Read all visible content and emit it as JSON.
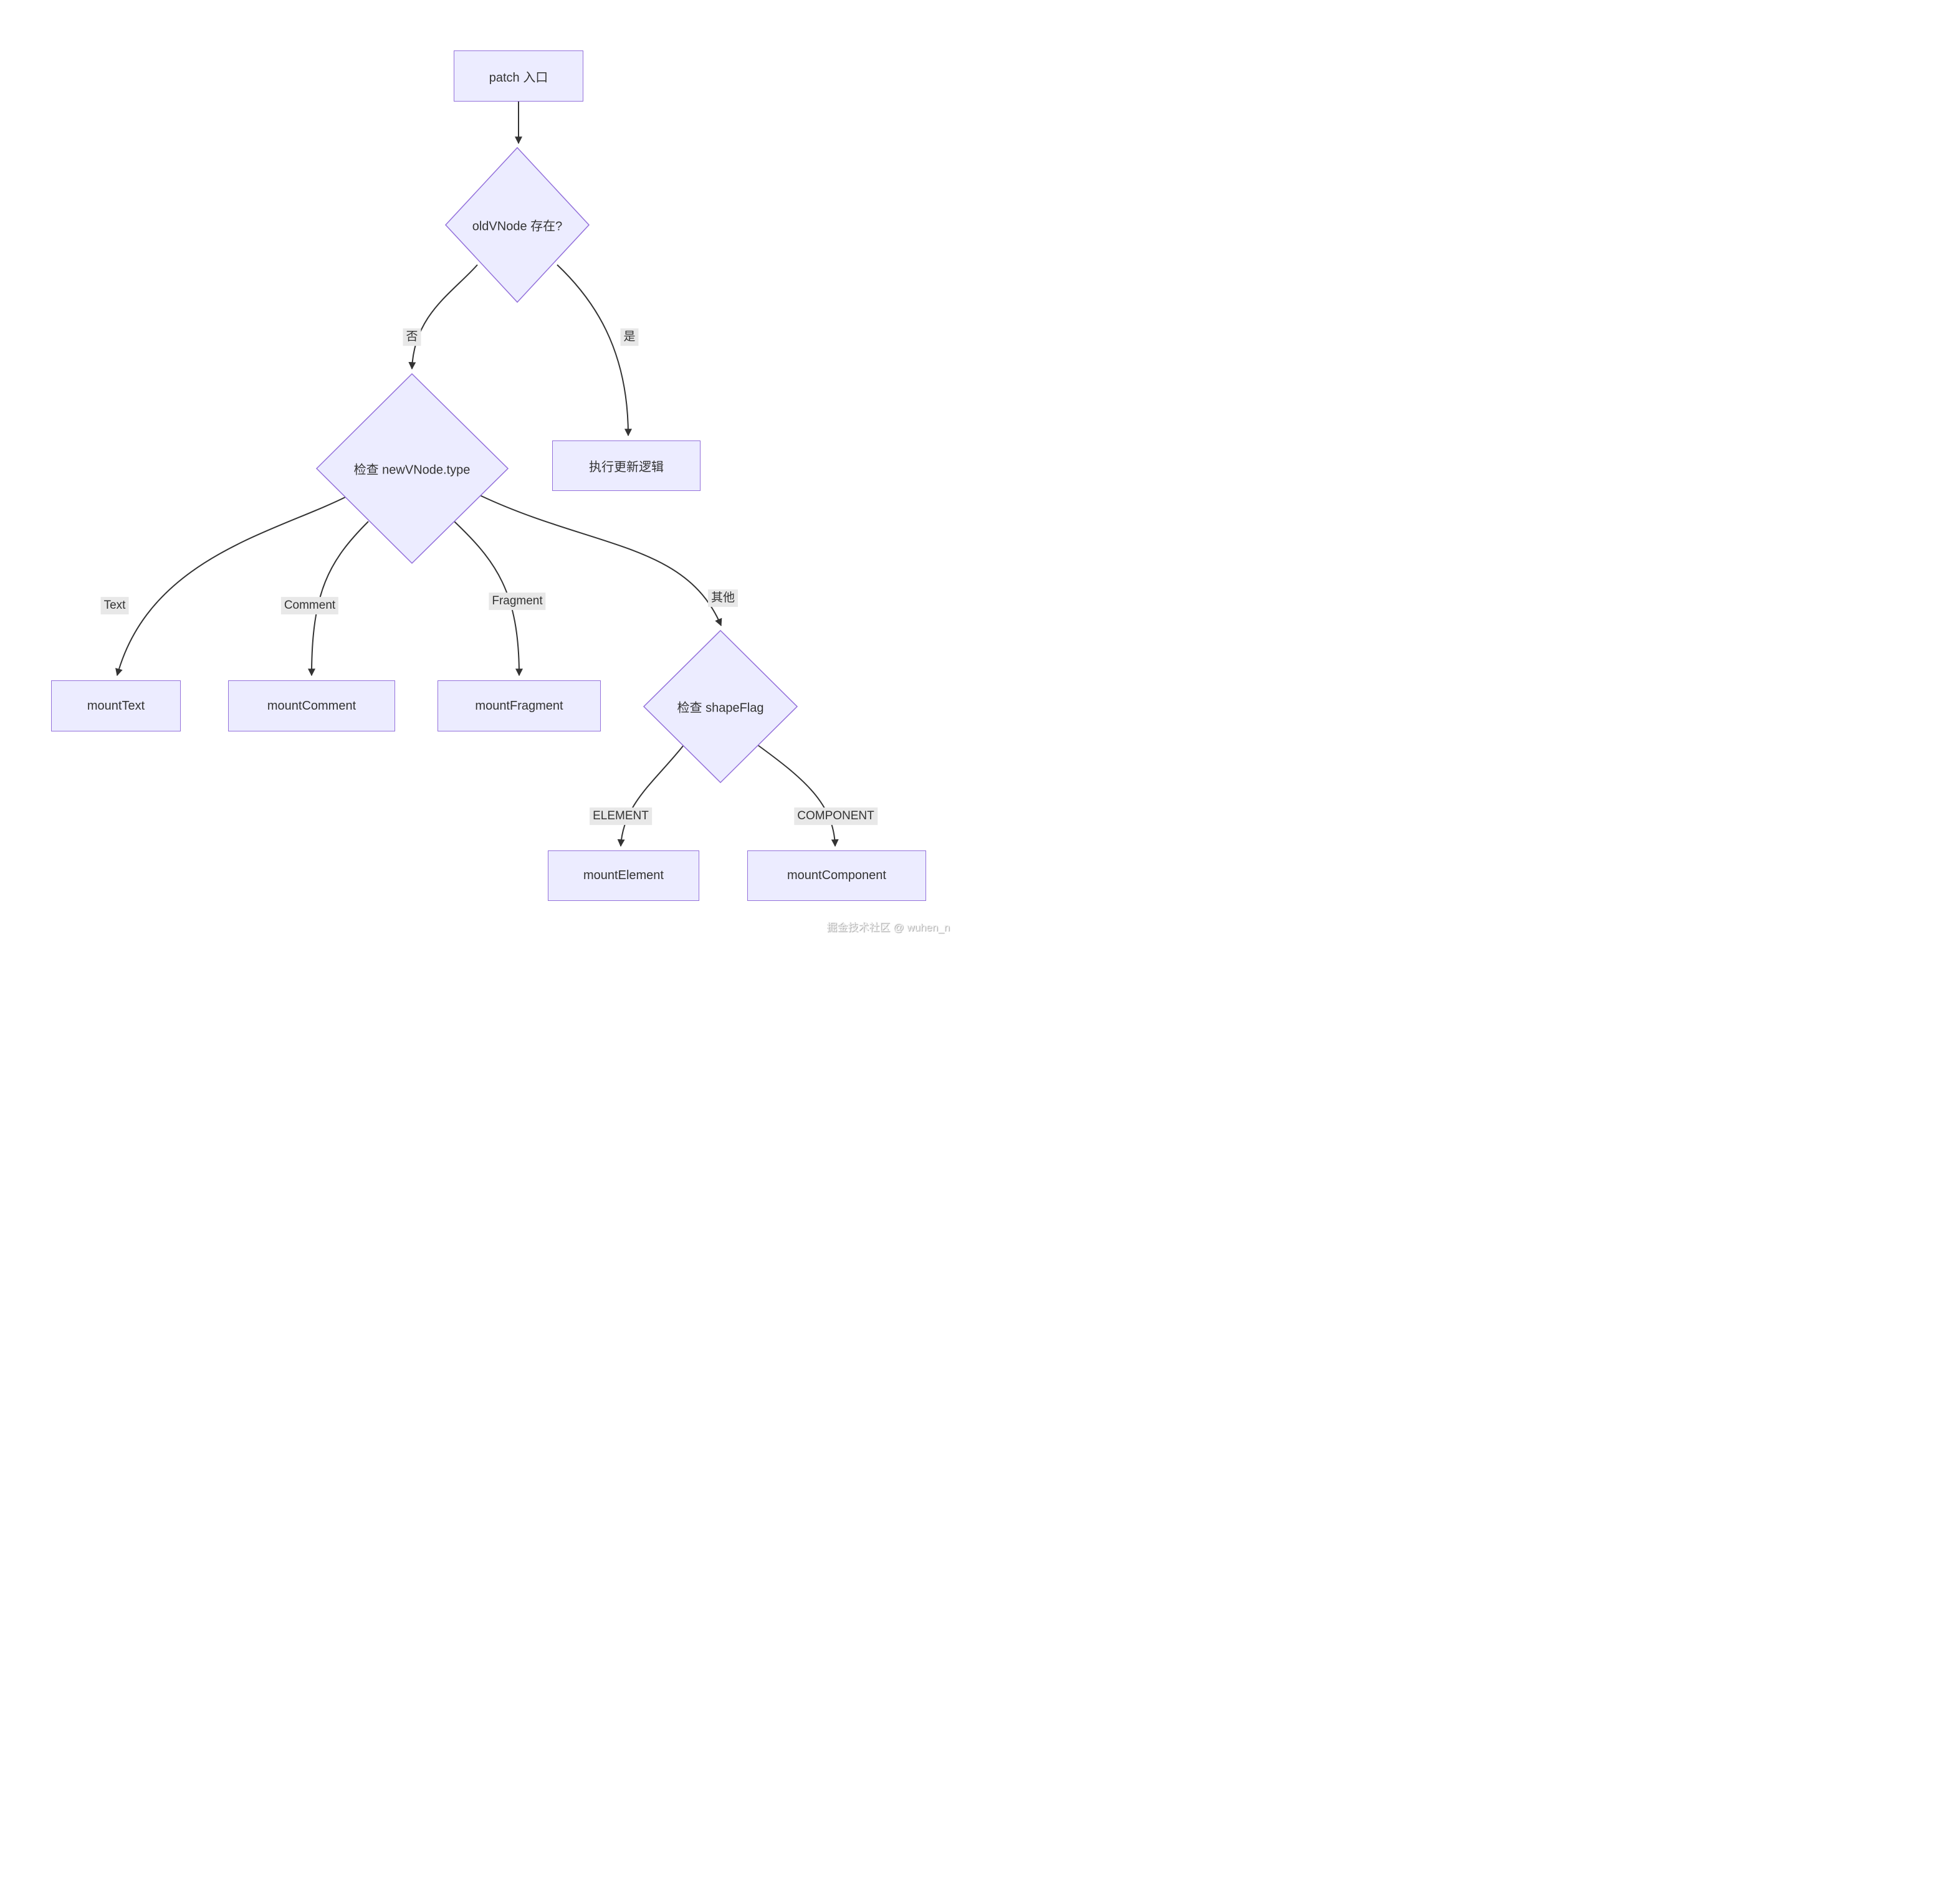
{
  "nodes": {
    "patch_entry": "patch 入口",
    "old_vnode_exists": "oldVNode 存在?",
    "update_logic": "执行更新逻辑",
    "check_new_vnode_type": "检查 newVNode.type",
    "mount_text": "mountText",
    "mount_comment": "mountComment",
    "mount_fragment": "mountFragment",
    "check_shape_flag": "检查 shapeFlag",
    "mount_element": "mountElement",
    "mount_component": "mountComponent"
  },
  "edge_labels": {
    "no": "否",
    "yes": "是",
    "text": "Text",
    "comment": "Comment",
    "fragment": "Fragment",
    "other": "其他",
    "element": "ELEMENT",
    "component": "COMPONENT"
  },
  "colors": {
    "node_fill": "#ECECFF",
    "node_border": "#9370DB",
    "edge_line": "#333333",
    "edge_label_bg": "#e8e8e8",
    "text": "#333333"
  },
  "watermark": "掘金技术社区 @ wuhen_n"
}
